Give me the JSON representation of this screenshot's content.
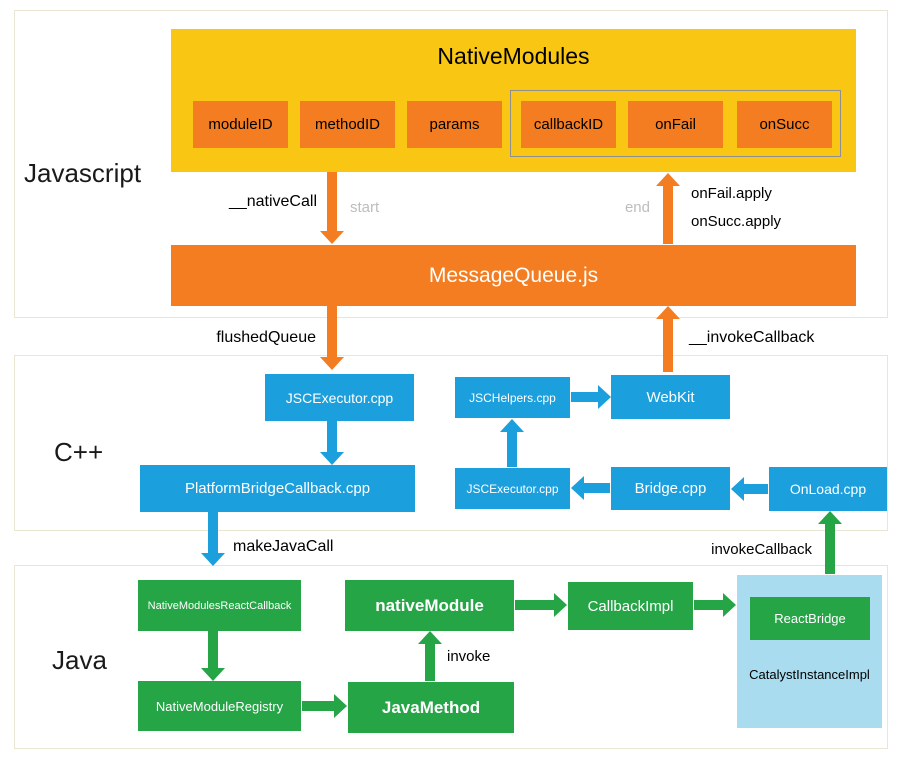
{
  "colors": {
    "yellow": "#F8C613",
    "orange": "#F47D21",
    "blue": "#1B9FDD",
    "green": "#26A547",
    "light_blue": "#A9DCEE"
  },
  "sections": {
    "javascript": "Javascript",
    "cpp": "C++",
    "java": "Java"
  },
  "js": {
    "native_modules_title": "NativeModules",
    "fields": [
      "moduleID",
      "methodID",
      "params"
    ],
    "callback_fields": [
      "callbackID",
      "onFail",
      "onSucc"
    ],
    "message_queue": "MessageQueue.js",
    "native_call": "__nativeCall",
    "start": "start",
    "end": "end",
    "onfail_apply": "onFail.apply",
    "onsucc_apply": "onSucc.apply",
    "flushed_queue": "flushedQueue",
    "invoke_callback": "__invokeCallback"
  },
  "cpp": {
    "jsc_executor_top": "JSCExecutor.cpp",
    "platform_bridge_callback": "PlatformBridgeCallback.cpp",
    "jsc_helpers": "JSCHelpers.cpp",
    "webkit": "WebKit",
    "jsc_executor_bottom": "JSCExecutor.cpp",
    "bridge": "Bridge.cpp",
    "onload": "OnLoad.cpp",
    "make_java_call": "makeJavaCall",
    "invoke_callback": "invokeCallback"
  },
  "java": {
    "native_modules_react_callback": "NativeModulesReactCallback",
    "native_module_registry": "NativeModuleRegistry",
    "java_method": "JavaMethod",
    "native_module": "nativeModule",
    "callback_impl": "CallbackImpl",
    "react_bridge": "ReactBridge",
    "catalyst_instance_impl": "CatalystInstanceImpl",
    "invoke": "invoke"
  }
}
